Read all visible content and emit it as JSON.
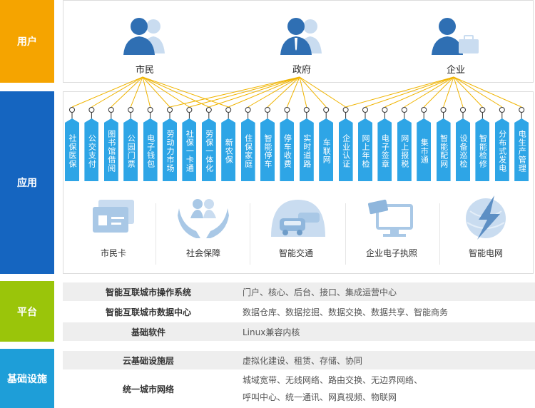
{
  "sections": {
    "user": {
      "label": "用户",
      "color": "#f5a400"
    },
    "app": {
      "label": "应用",
      "color": "#1565c0"
    },
    "platform": {
      "label": "平台",
      "color": "#9ac50a"
    },
    "infra": {
      "label": "基础设施",
      "color": "#1e9ed8"
    }
  },
  "users": [
    "市民",
    "政府",
    "企业"
  ],
  "apps": [
    "社保医保",
    "公交支付",
    "图书馆借阅",
    "公园门票",
    "电子钱包",
    "劳动力市场",
    "社保一卡通",
    "劳保一体化",
    "新农保",
    "住保家庭",
    "智能停车",
    "停车收费",
    "实时道路",
    "车联网",
    "企业认证",
    "网上年检",
    "电子签章",
    "网上报税",
    "集市通",
    "智能配网",
    "设备巡检",
    "智能检修",
    "分布式发电",
    "电生产管理"
  ],
  "features": [
    "市民卡",
    "社会保障",
    "智能交通",
    "企业电子执照",
    "智能电网"
  ],
  "platform_rows": [
    {
      "key": "智能互联城市操作系统",
      "value": "门户、核心、后台、接口、集成运营中心"
    },
    {
      "key": "智能互联城市数据中心",
      "value": "数据仓库、数据挖掘、数据交换、数据共享、智能商务"
    },
    {
      "key": "基础软件",
      "value": "Linux兼容内核"
    }
  ],
  "infra_rows": [
    {
      "key": "云基础设施层",
      "value": "虚拟化建设、租赁、存储、协同"
    },
    {
      "key": "统一城市网络",
      "value": "城域宽带、无线网络、路由交换、无边界网络、",
      "value2": "呼叫中心、统一通讯、网真视频、物联网"
    }
  ],
  "colors": {
    "tag": "#2ea5e6",
    "link": "#f0b400",
    "icon_bg": "#a9c8e6",
    "icon_fg": "#1e6fbd"
  }
}
